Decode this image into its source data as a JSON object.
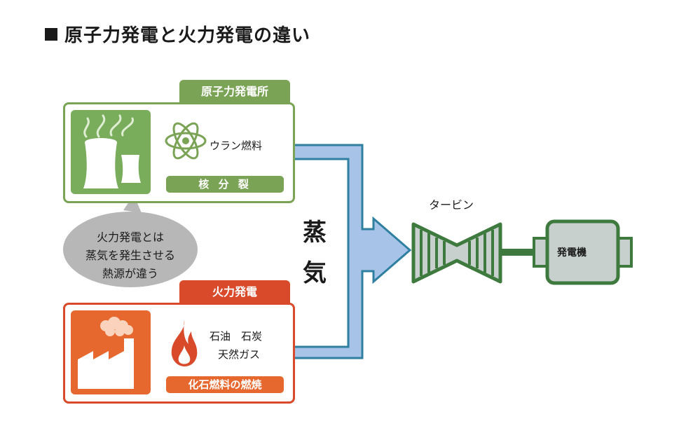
{
  "title": "原子力発電と火力発電の違い",
  "nuclear": {
    "tab_label": "原子力発電所",
    "fuel": "ウラン燃料",
    "process": "核 分 裂",
    "colors": {
      "main": "#7aa356",
      "icon_bg": "#79ad5c"
    }
  },
  "thermal": {
    "tab_label": "火力発電",
    "fuel_line1": "石油　石炭",
    "fuel_line2": "天然ガス",
    "process": "化石燃料の燃焼",
    "colors": {
      "main": "#d94a2b",
      "icon_bg": "#e7682f"
    }
  },
  "bubble": {
    "line1": "火力発電とは",
    "line2": "蒸気を発生させる",
    "line3": "熱源が違う"
  },
  "steam": {
    "char1": "蒸",
    "char2": "気"
  },
  "turbine_label": "タービン",
  "generator_label": "発電機",
  "colors": {
    "pipe_fill": "#a7c4e8",
    "pipe_stroke": "#2f7fa0",
    "machine": "#3e7a3e"
  }
}
